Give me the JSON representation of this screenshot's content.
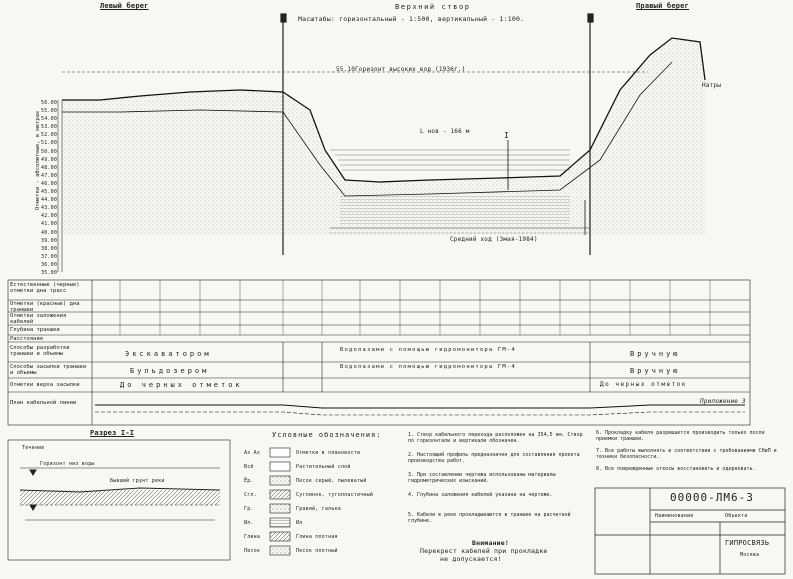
{
  "header": {
    "left_bank": "Левый берег",
    "right_bank": "Правый берег",
    "title": "Верхний створ",
    "scales": "Масштабы: горизонтальный - 1:500, вертикальный - 1:100."
  },
  "profile": {
    "high_water": "Горизонт высоких вод (1936г.)",
    "high_water_level": "55.10",
    "low_water": "Средний ход (3мая-1984)",
    "width_label": "L нов - 166 м",
    "section_mark": "I",
    "right_annotation": "Натры",
    "elevations": [
      "56.00",
      "55.00",
      "54.00",
      "53.00",
      "52.00",
      "51.00",
      "50.00",
      "49.00",
      "48.00",
      "47.00",
      "46.00",
      "45.00",
      "44.00",
      "43.00",
      "42.00",
      "41.00",
      "40.00",
      "39.00",
      "38.00",
      "37.00",
      "36.00",
      "35.00"
    ]
  },
  "vertical_label": "Отметки - абсолютные, в метрах",
  "table_rows": [
    {
      "label": "Естественные (черные) отметки дна трасс",
      "text": ""
    },
    {
      "label": "Отметки (красные) дна траншеи",
      "text": ""
    },
    {
      "label": "Отметки заложения кабелей",
      "text": ""
    },
    {
      "label": "Глубина траншеи",
      "text": ""
    },
    {
      "label": "Расстояния",
      "text": ""
    },
    {
      "label": "Способы разработки траншеи и объемы",
      "text": "Экскаватором",
      "text2": "Водолазами с помощью гидромонитора ГМ-4",
      "text3": "Вручную"
    },
    {
      "label": "Способы засыпки траншеи и объемы",
      "text": "Бульдозером",
      "text2": "Водолазами с помощью гидромонитора ГМ-4",
      "text3": "Вручную"
    },
    {
      "label": "Отметки верха засыпки",
      "text": "До черных отметок",
      "text2": "До черных отметок"
    },
    {
      "label": "План кабельной линии",
      "text": ""
    }
  ],
  "appendix": "Приложение 3",
  "section": {
    "title": "Разрез I-I",
    "label_water": "Горизонт низ воды",
    "label_current": "Течение",
    "label_bottom": "Бывший грунт реки"
  },
  "legend": {
    "title": "Условные обозначения:",
    "items": [
      {
        "code": "Ах Ах",
        "desc": "Отметки в плановости"
      },
      {
        "code": "Всё",
        "desc": "Растительный слой"
      },
      {
        "code": "Ёр.",
        "desc": "Песок серый, пылеватый"
      },
      {
        "code": "Сгл.",
        "desc": "Суглинок, тугопластичный"
      },
      {
        "code": "Гр.",
        "desc": "Гравий, галька"
      },
      {
        "code": "Ил.",
        "desc": "Ил"
      },
      {
        "code": "Глина",
        "desc": "Глина плотная"
      },
      {
        "code": "Песок",
        "desc": "Песок плотный"
      }
    ]
  },
  "notes_mid": [
    "1. Створ кабельного перехода расположен на 354,5 км. Створ по горизонтали и вертикали обозначен.",
    "2. Настоящий профиль предназначен для составления проекта производства работ.",
    "3. При составлении чертежа использованы материалы гидрометрических изысканий.",
    "4. Глубина заложения кабелей указана на чертеже.",
    "5. Кабели в реке прокладываются в траншее на расчетной глубине."
  ],
  "warning": {
    "line1": "Внимание!",
    "line2": "Перекрест кабелей при прокладке",
    "line3": "не допускается!"
  },
  "notes_right": [
    "6. Прокладку кабеля разрешается производить только после приемки траншеи.",
    "7. Все работы выполнять в соответствии с требованиями СНиП и техники безопасности.",
    "8. Все поврежденные откосы восстановить и одерновать."
  ],
  "stamp": {
    "code": "00000-ЛМ6-3",
    "name_col": "Наименование",
    "object_col": "Объекта",
    "org": "ГИПРОСВЯЗЬ",
    "city": "Москва"
  }
}
